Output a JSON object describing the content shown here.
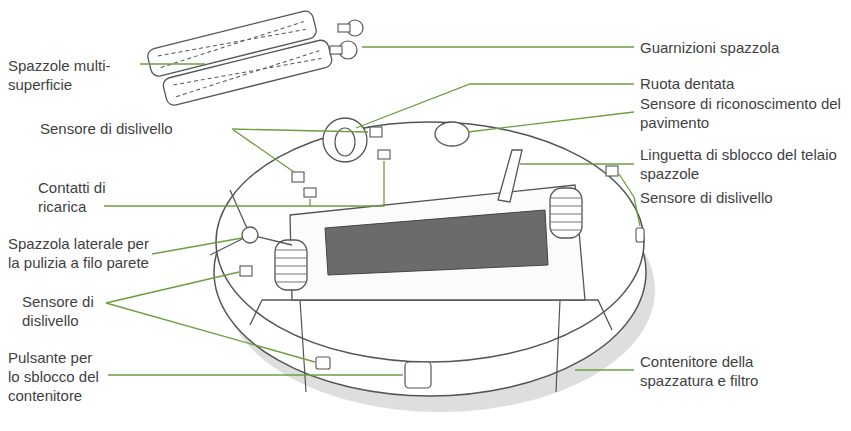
{
  "diagram": {
    "labels": [
      "Guarnizioni spazzola",
      "Spazzole multi-superficie",
      "Ruota dentata",
      "Sensore di riconoscimento del pavimento",
      "Sensore di dislivello",
      "Linguetta di sblocco del telaio spazzole",
      "Contatti di ricarica",
      "Sensore di dislivello",
      "Spazzola laterale per la pulizia a filo parete",
      "Sensore di dislivello",
      "Pulsante per lo sblocco del contenitore",
      "Contenitore della spazzatura e filtro"
    ]
  }
}
